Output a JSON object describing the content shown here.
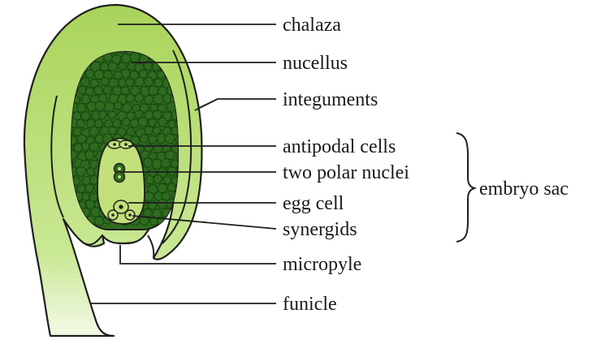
{
  "colors": {
    "ovule_green": "#a9d45a",
    "ovule_light": "#c9e894",
    "nucellus_dark": "#2f6b1e",
    "cell_outline": "#184a10",
    "embryo_sac": "#c2e07a",
    "stroke": "#1f1f1f",
    "background": "#ffffff"
  },
  "labels": {
    "chalaza": "chalaza",
    "nucellus": "nucellus",
    "integuments": "integuments",
    "antipodal_cells": "antipodal cells",
    "polar_nuclei": "two polar nuclei",
    "egg_cell": "egg cell",
    "synergids": "synergids",
    "micropyle": "micropyle",
    "funicle": "funicle",
    "embryo_sac": "embryo sac"
  }
}
